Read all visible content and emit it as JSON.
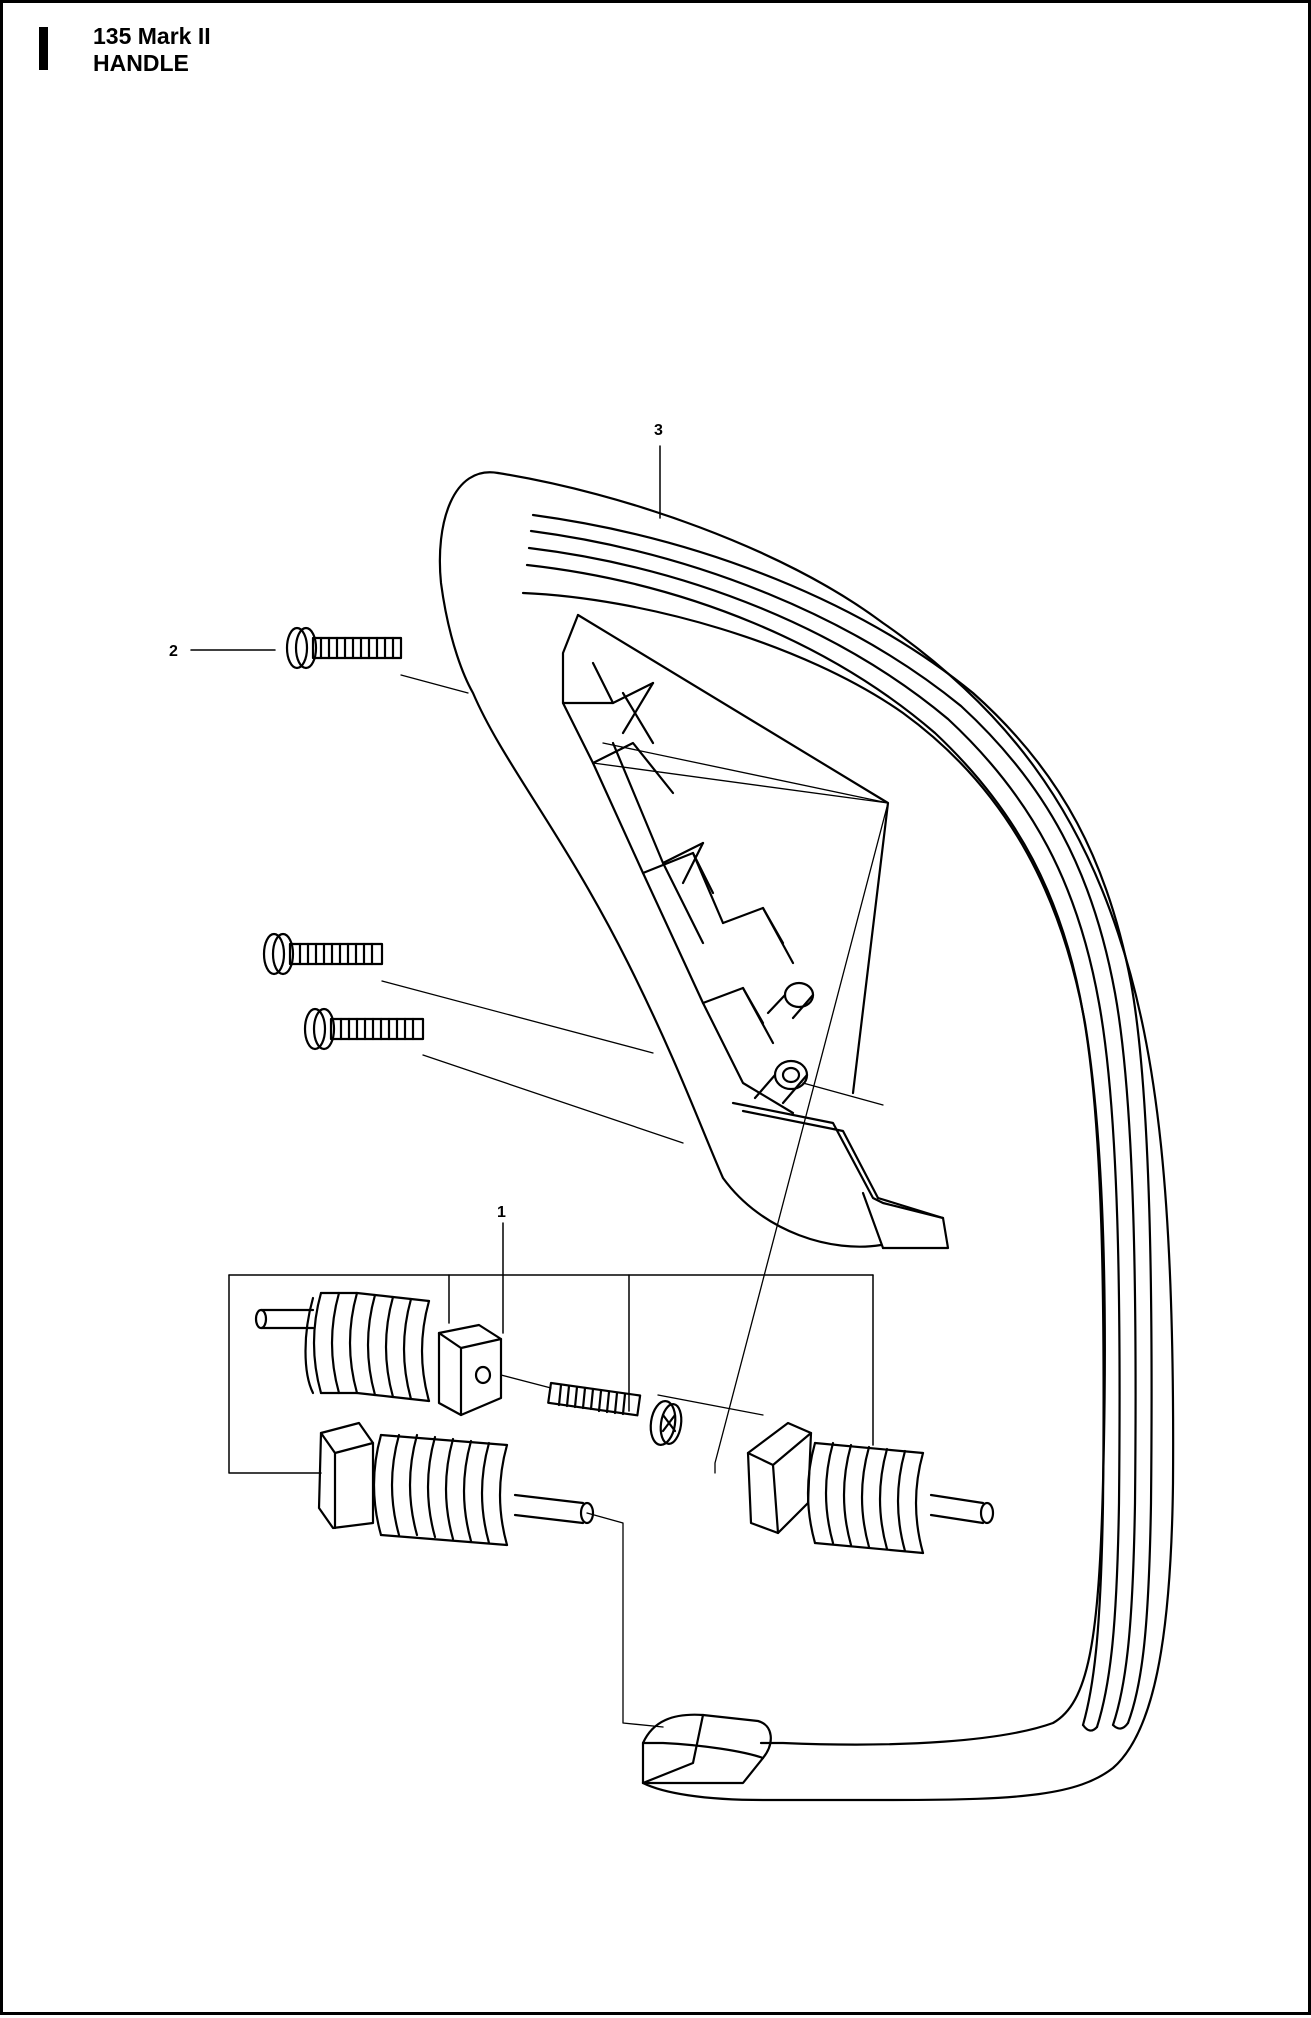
{
  "header": {
    "model": "135 Mark II",
    "section": "HANDLE"
  },
  "callouts": [
    {
      "id": "1",
      "label": "1"
    },
    {
      "id": "2",
      "label": "2"
    },
    {
      "id": "3",
      "label": "3"
    }
  ],
  "colors": {
    "line": "#000000",
    "background": "#ffffff"
  }
}
